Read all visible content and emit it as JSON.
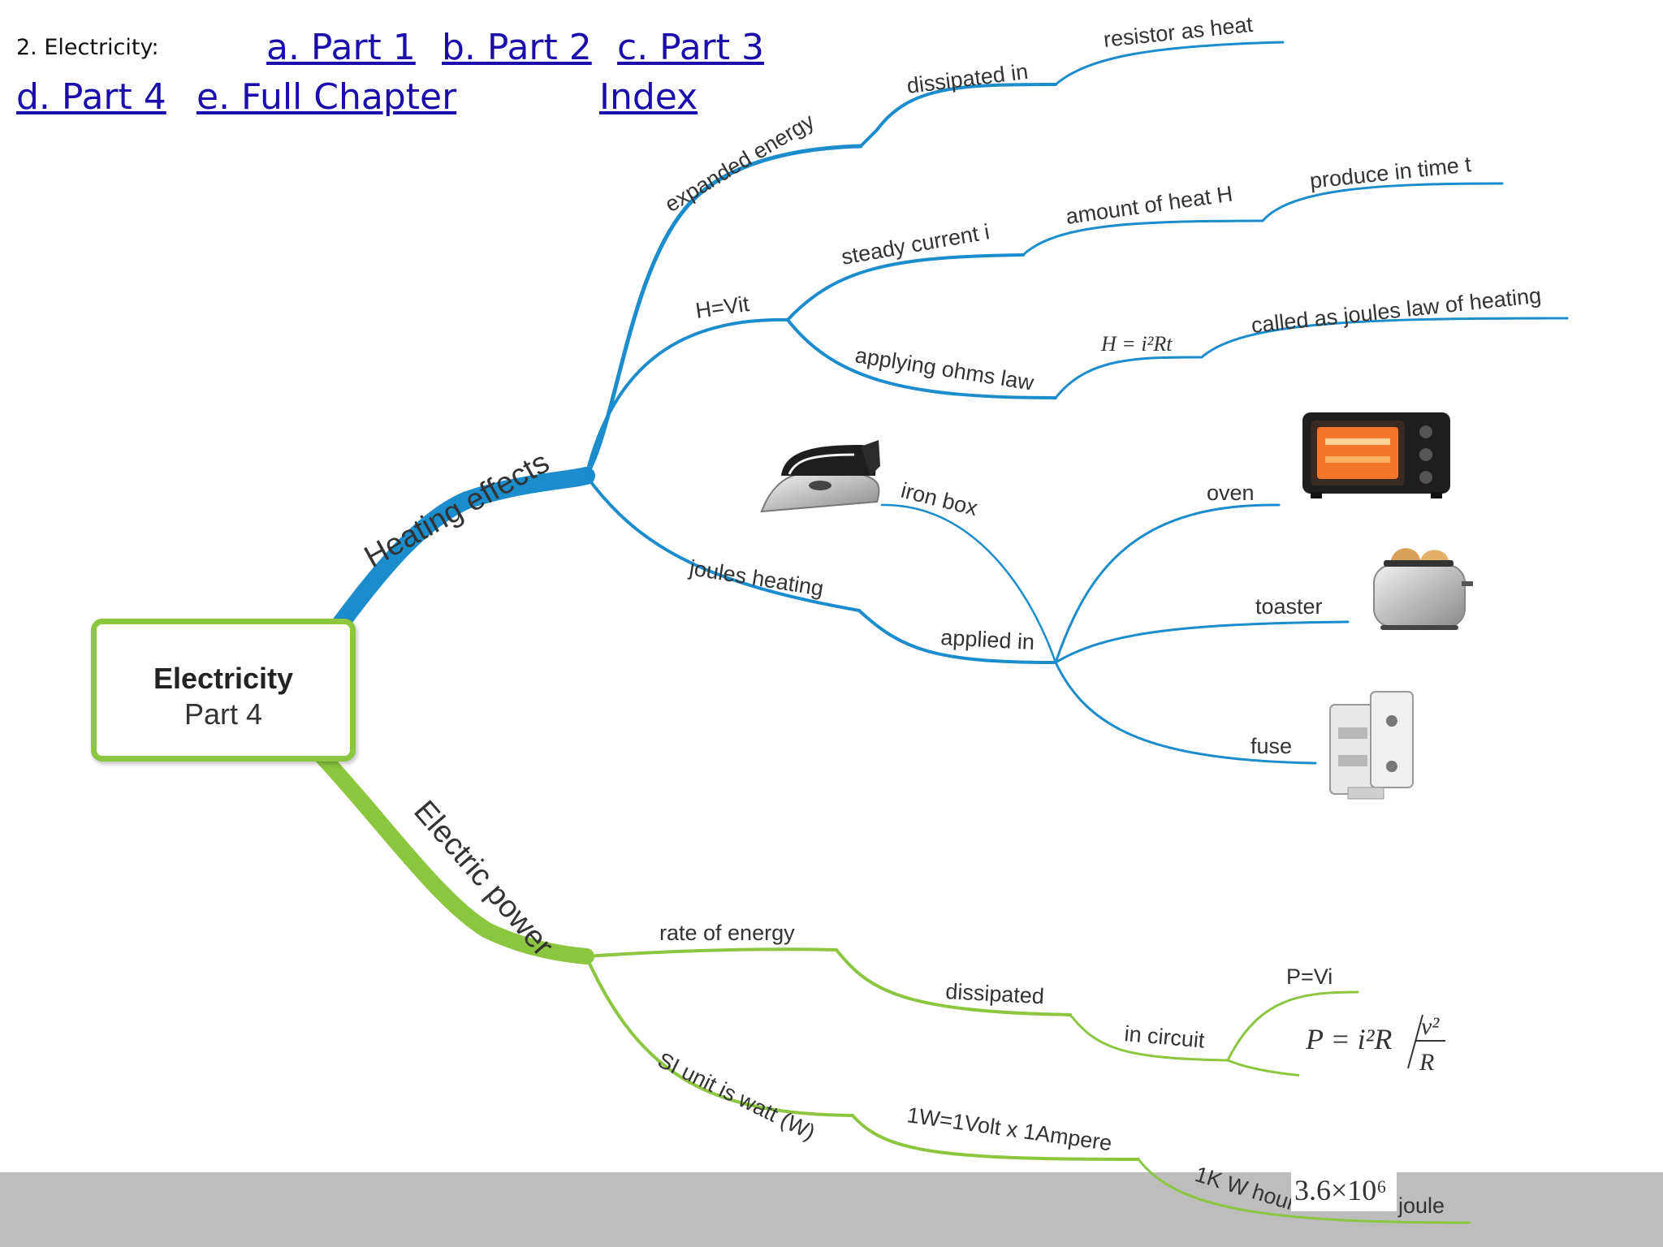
{
  "nav": {
    "prefix": "2. Electricity:",
    "links": [
      "a. Part 1",
      "b. Part 2",
      "c. Part 3",
      "d. Part 4",
      "e. Full Chapter",
      "Index"
    ]
  },
  "central": {
    "title": "Electricity",
    "subtitle": "Part 4"
  },
  "branches": {
    "heating": {
      "label": "Heating effects",
      "expanded_energy": "expanded energy",
      "dissipated_in": "dissipated in",
      "resistor_as_heat": "resistor as heat",
      "hvit": "H=Vit",
      "steady_current": "steady current i",
      "amount_of_heat": "amount of heat H",
      "produce_in_time": "produce in time t",
      "applying_ohms": "applying ohms law",
      "h_formula": "H = i²Rt",
      "called_as": "called as joules law of heating",
      "joules_heating": "joules heating",
      "applied_in": "applied in",
      "iron_box": "iron box",
      "oven": "oven",
      "toaster": "toaster",
      "fuse": "fuse"
    },
    "power": {
      "label": "Electric power",
      "rate_of_energy": "rate of energy",
      "dissipated": "dissipated",
      "in_circuit": "in circuit",
      "p_vi": "P=Vi",
      "p_formula_a": "P = i²R",
      "p_formula_num": "v²",
      "p_formula_den": "R",
      "si_unit": "SI unit is watt (W)",
      "one_w": "1W=1Volt x 1Ampere",
      "kw_hour": "1K W hour=",
      "kwh_value": "3.6×10⁶",
      "joule": "joule"
    }
  },
  "colors": {
    "blue": "#1b8ccc",
    "green": "#8cc63f",
    "band": "#bdbdbd",
    "link": "#1a0dab"
  }
}
